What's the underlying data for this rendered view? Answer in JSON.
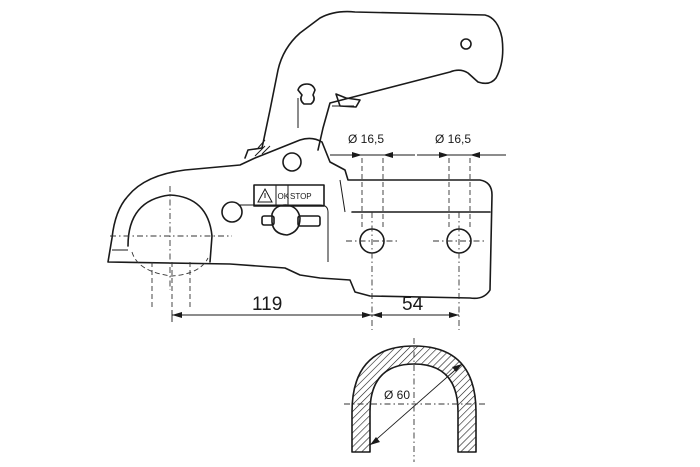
{
  "labels": {
    "dim_hole_1": "Ø 16,5",
    "dim_hole_2": "Ø 16,5",
    "dim_length": "119",
    "dim_hole_spacing": "54",
    "dim_ball_diameter": "Ø 60",
    "indicator_ok": "OK",
    "indicator_stop": "STOP"
  }
}
